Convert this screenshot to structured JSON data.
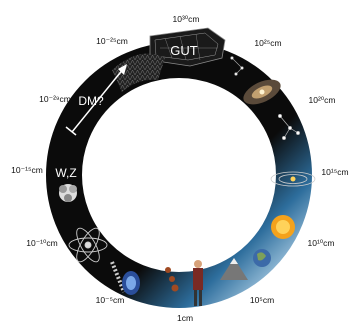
{
  "scale_labels": {
    "l_m29": "10⁻²⁹cm",
    "l_m25": "10⁻²⁵cm",
    "l_m15": "10⁻¹⁵cm",
    "l_m10": "10⁻¹⁰cm",
    "l_m5": "10⁻⁵cm",
    "l_1": "1cm",
    "l_p5": "10⁵cm",
    "l_p10": "10¹⁰cm",
    "l_p15": "10¹⁵cm",
    "l_p20": "10²⁰cm",
    "l_p25": "10²⁵cm",
    "l_p30": "10³⁰cm"
  },
  "inner_labels": {
    "gut": "GUT",
    "dm": "DM?",
    "wz": "W,Z"
  },
  "colors": {
    "ring_dark": "#0a0a0a",
    "ring_light": "#bfe0f7",
    "background": "#ffffff"
  }
}
